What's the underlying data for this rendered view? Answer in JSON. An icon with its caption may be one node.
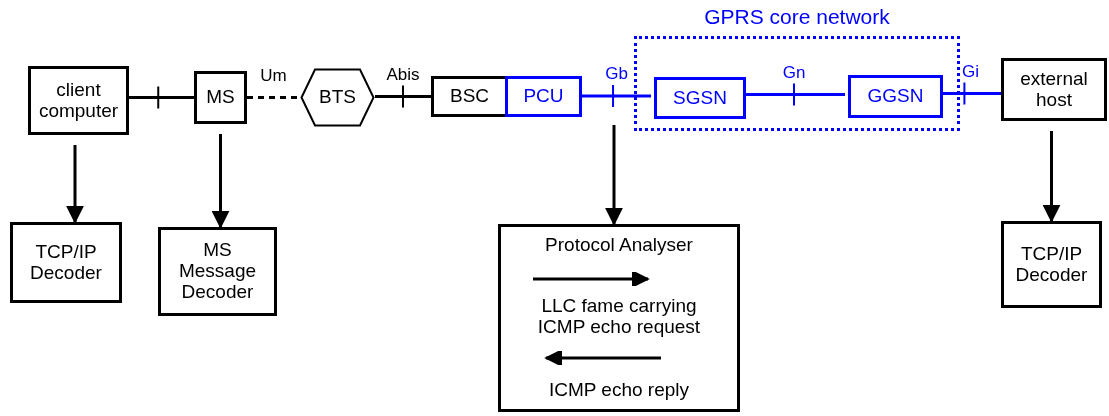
{
  "diagram": {
    "nodes": [
      {
        "text": [
          "client computer"
        ]
      },
      {
        "text": [
          "MS"
        ]
      },
      {
        "text": [
          "BTS"
        ]
      },
      {
        "text": [
          "BSC"
        ]
      },
      {
        "text": [
          "PCU"
        ]
      },
      {
        "text": [
          "GPRS core network"
        ]
      },
      {
        "text": [
          "SGSN"
        ],
        "in": 5
      },
      {
        "text": [
          "GGSN"
        ],
        "in": 5
      },
      {
        "text": [
          "external host"
        ]
      },
      {
        "text": [
          "TCP/IP Decoder"
        ]
      },
      {
        "text": [
          "MS Message Decoder"
        ]
      },
      {
        "text": [
          "Protocol Analyser",
          "LLC fame carrying ICMP echo request",
          "ICMP echo reply"
        ]
      },
      {
        "text": [
          "TCP/IP Decoder"
        ]
      }
    ],
    "edges": [
      {
        "from": 0,
        "to": 1,
        "arrow": "none"
      },
      {
        "from": 1,
        "to": 2,
        "arrow": "none",
        "label": "Um",
        "style": "dashed"
      },
      {
        "from": 2,
        "to": 3,
        "arrow": "none",
        "label": "Abis"
      },
      {
        "from": 4,
        "to": 6,
        "arrow": "none",
        "label": "Gb",
        "color": "#0000ff"
      },
      {
        "from": 6,
        "to": 7,
        "arrow": "none",
        "label": "Gn",
        "color": "#0000ff"
      },
      {
        "from": 7,
        "to": 8,
        "arrow": "none",
        "label": "Gi",
        "color": "#0000ff"
      },
      {
        "from": 0,
        "to": 9,
        "arrow": "to"
      },
      {
        "from": 1,
        "to": 10,
        "arrow": "to"
      },
      {
        "from": null,
        "to": 11,
        "arrow": "to"
      },
      {
        "from": 8,
        "to": 12,
        "arrow": "to"
      }
    ]
  }
}
